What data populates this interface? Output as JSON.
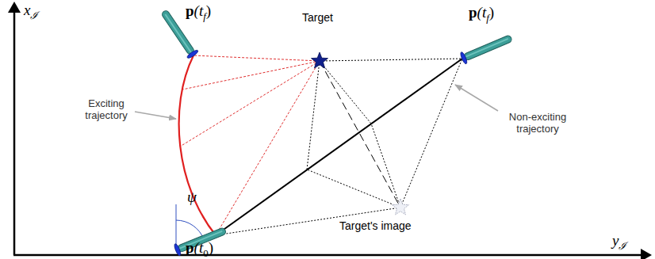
{
  "diagram": {
    "labels": [
      "x",
      "ℐ",
      "p",
      "(t",
      "f",
      ")",
      "Target",
      "p",
      "(t",
      "f",
      ")",
      "Exciting trajectory",
      "ψ",
      "Non-exciting trajectory",
      "p",
      "(t",
      "0",
      ")",
      "Target's image",
      "y",
      "ℐ"
    ]
  }
}
